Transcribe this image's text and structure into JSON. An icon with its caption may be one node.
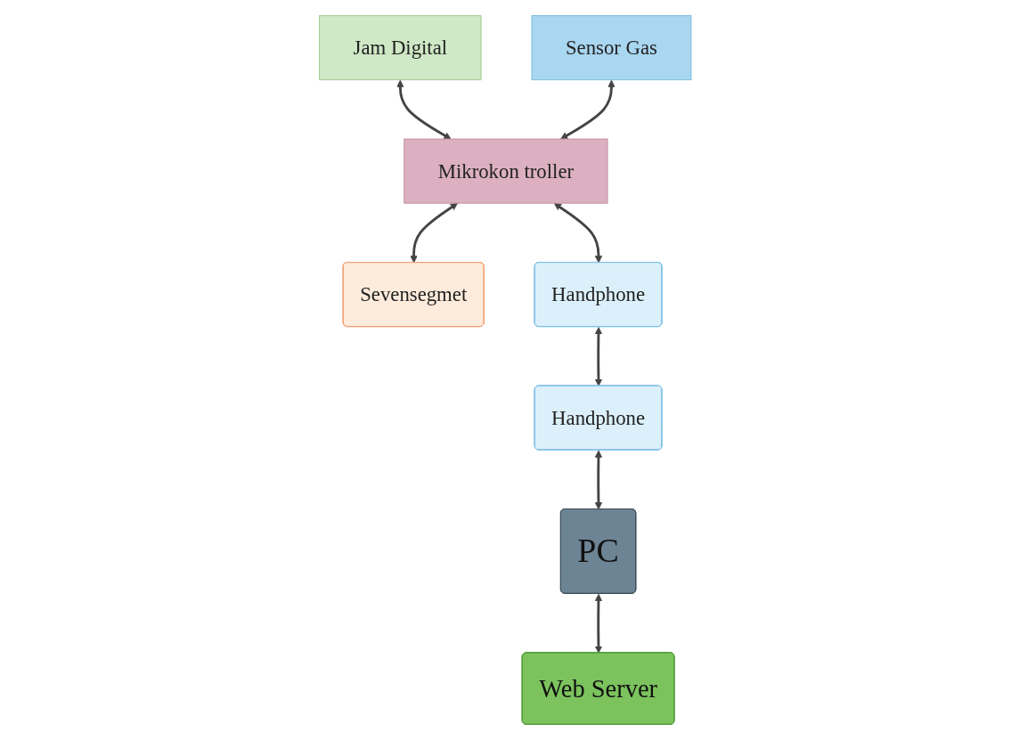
{
  "diagram": {
    "nodes": [
      {
        "text": [
          "Jam Digital"
        ]
      },
      {
        "text": [
          "Sensor Gas"
        ]
      },
      {
        "text": [
          "Mikrokon troller"
        ]
      },
      {
        "text": [
          "Sevensegmet"
        ]
      },
      {
        "text": [
          "Handphone"
        ]
      },
      {
        "text": [
          "Handphone"
        ]
      },
      {
        "text": [
          "PC"
        ]
      },
      {
        "text": [
          "Web Server"
        ]
      }
    ],
    "edges": [
      {
        "from": 0,
        "to": 2,
        "arrow": "both"
      },
      {
        "from": 1,
        "to": 2,
        "arrow": "both"
      },
      {
        "from": 2,
        "to": 3,
        "arrow": "both"
      },
      {
        "from": 2,
        "to": 4,
        "arrow": "both"
      },
      {
        "from": 4,
        "to": 5,
        "arrow": "both"
      },
      {
        "from": 5,
        "to": 6,
        "arrow": "both"
      },
      {
        "from": 6,
        "to": 7,
        "arrow": "both"
      }
    ]
  }
}
